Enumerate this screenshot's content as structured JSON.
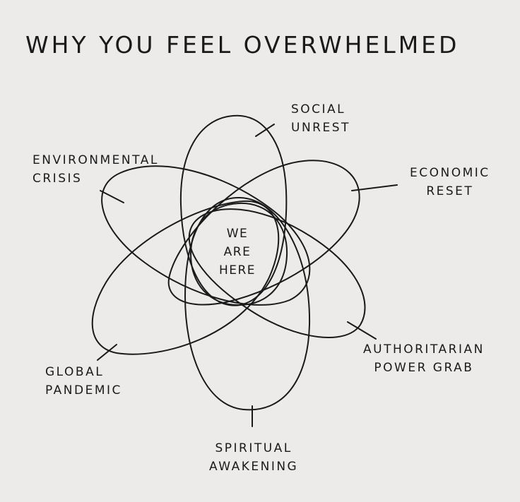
{
  "title": "WHY YOU FEEL OVERWHELMED",
  "center": [
    "WE",
    "ARE",
    "HERE"
  ],
  "labels": {
    "social": [
      "SOCIAL",
      "UNREST"
    ],
    "environmental": [
      "ENVIRONMENTAL",
      "CRISIS"
    ],
    "economic": [
      "ECONOMIC",
      "RESET"
    ],
    "global": [
      "GLOBAL",
      "PANDEMIC"
    ],
    "authoritarian": [
      "AUTHORITARIAN",
      "POWER GRAB"
    ],
    "spiritual": [
      "SPIRITUAL",
      "AWAKENING"
    ]
  },
  "colors": {
    "background": "#ecebea",
    "ink": "#1a1a1a"
  }
}
